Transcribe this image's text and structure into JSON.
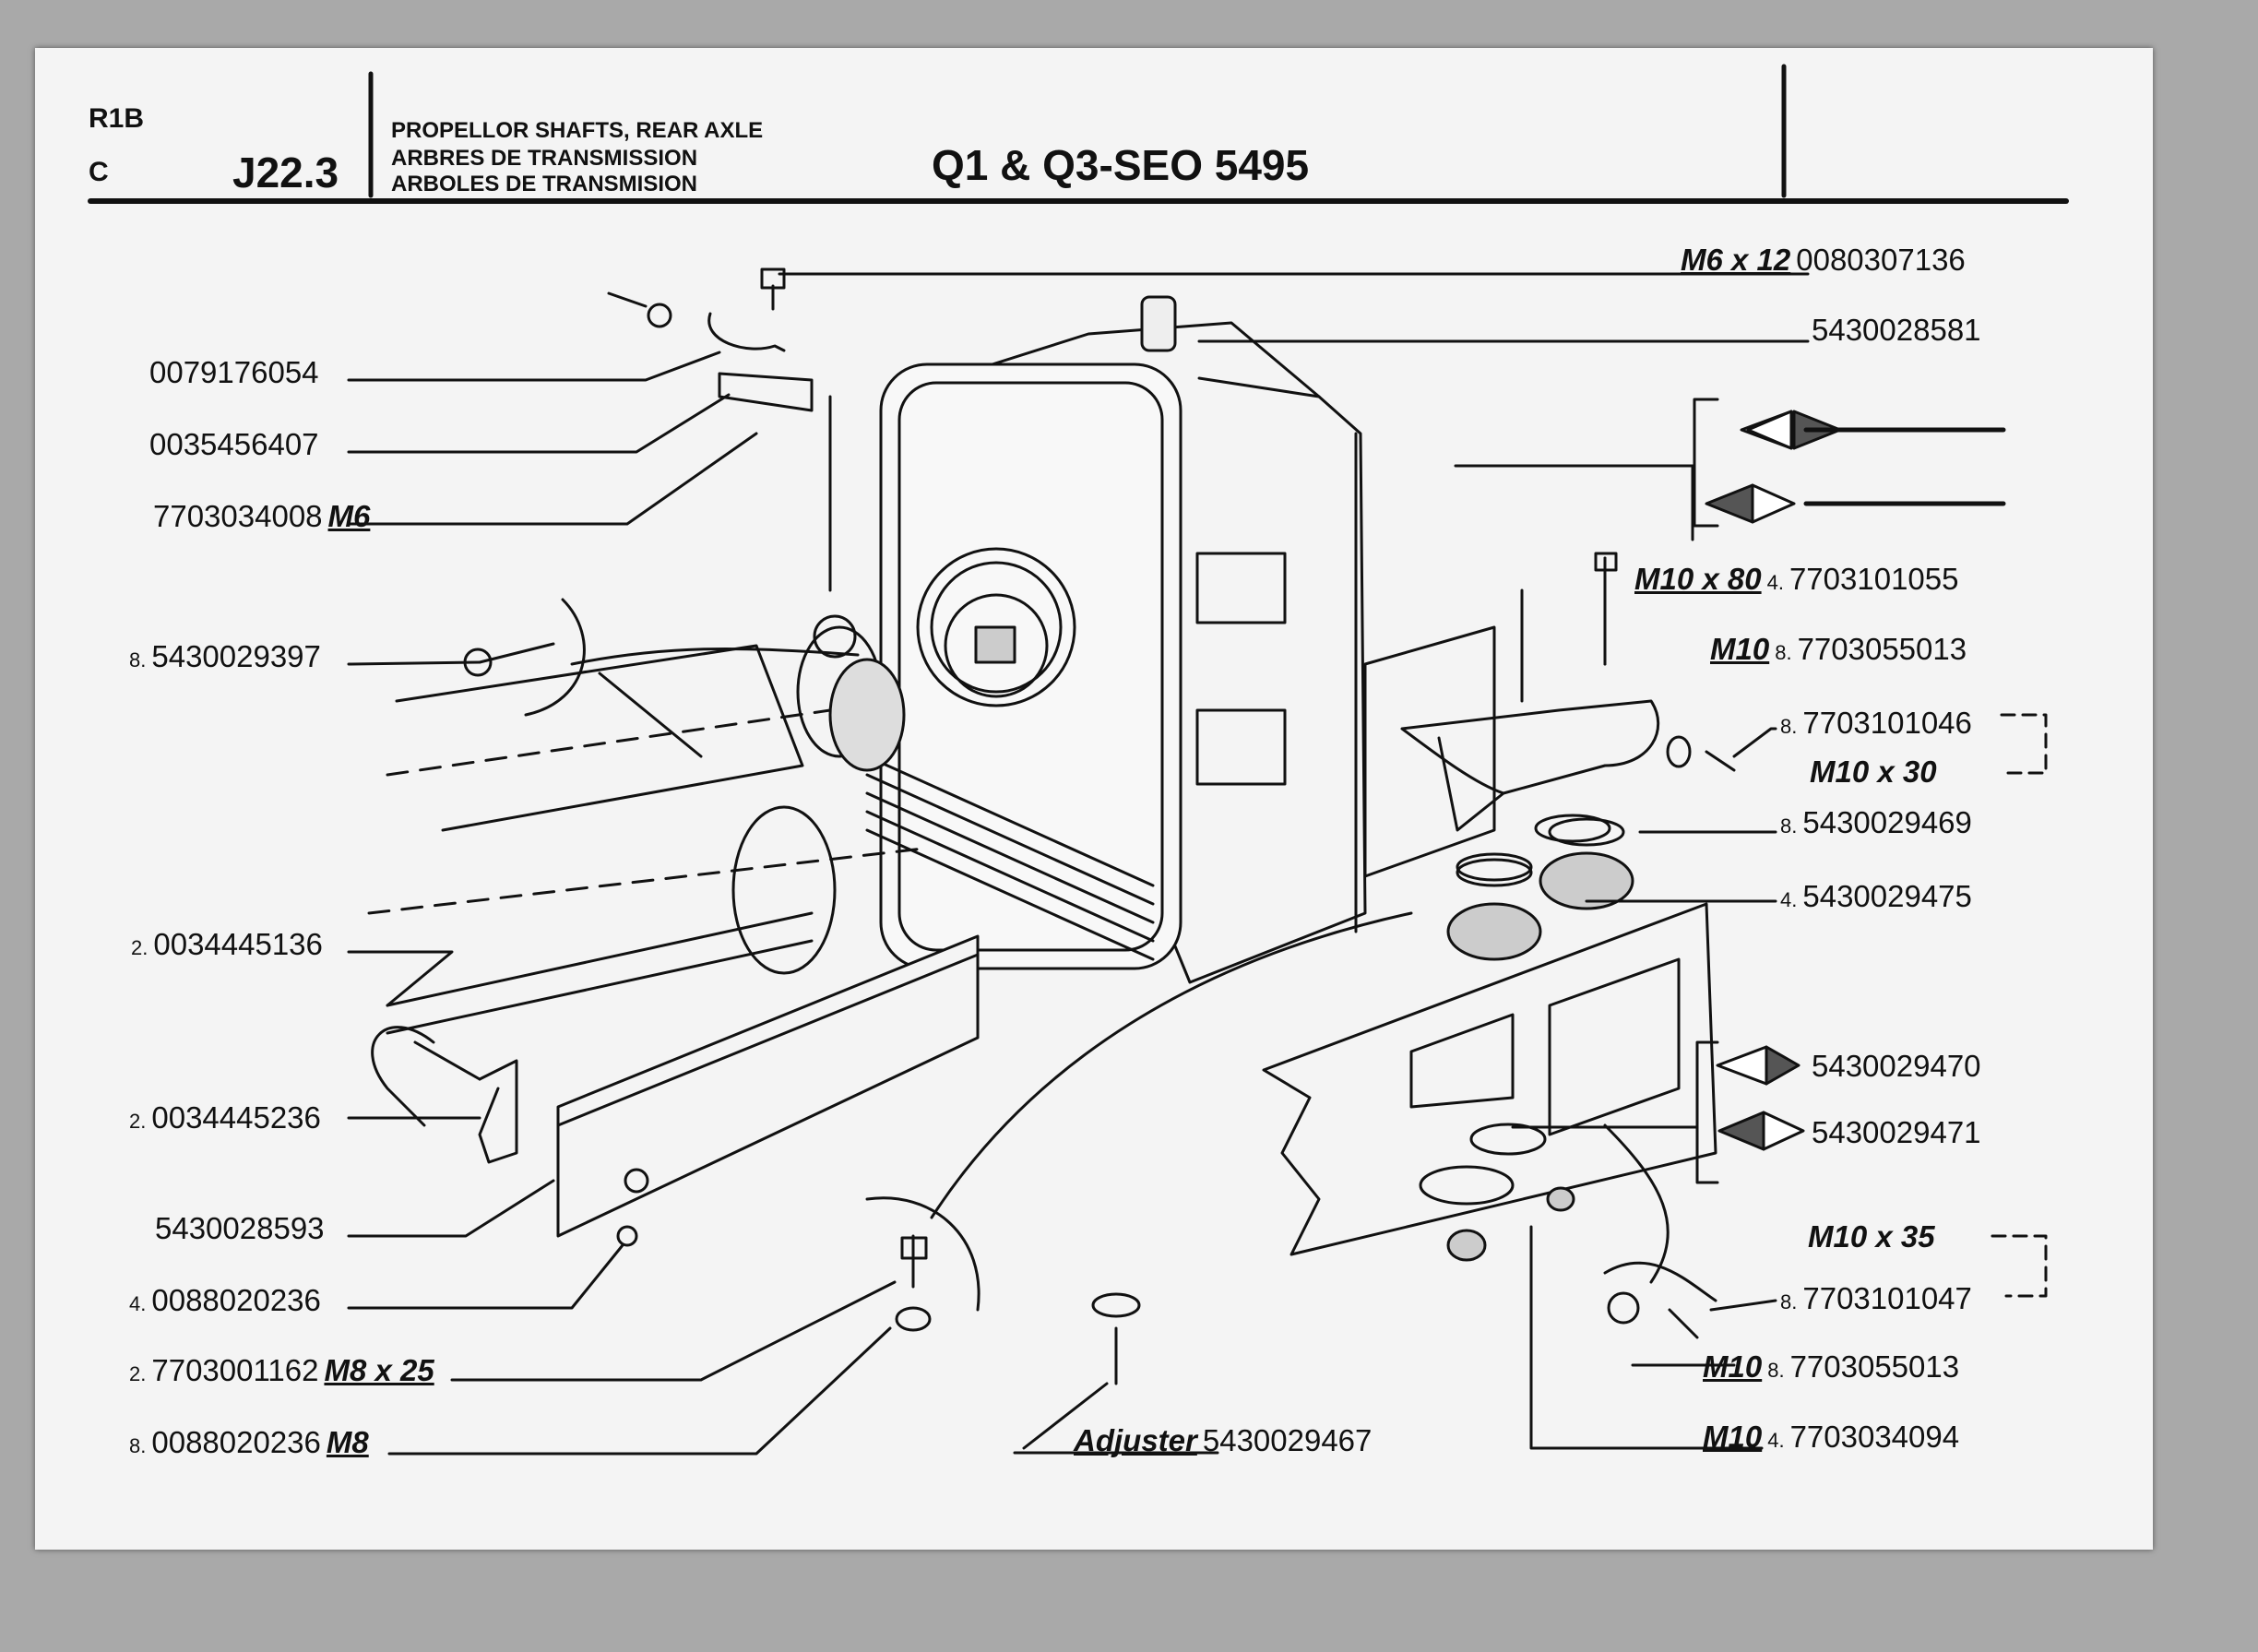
{
  "header": {
    "code_top": "R1B",
    "code_bottom": "C",
    "ref": "J22.3",
    "title_lines": [
      "PROPELLOR SHAFTS, REAR AXLE",
      "ARBRES DE TRANSMISSION",
      "ARBOLES DE TRANSMISION"
    ],
    "main_title": "Q1 & Q3-SEO 5495"
  },
  "left_callouts": [
    {
      "qty": "",
      "part": "0079176054",
      "spec": ""
    },
    {
      "qty": "",
      "part": "0035456407",
      "spec": ""
    },
    {
      "qty": "",
      "part": "7703034008",
      "spec": "M6"
    },
    {
      "qty": "8.",
      "part": "5430029397",
      "spec": ""
    },
    {
      "qty": "2.",
      "part": "0034445136",
      "spec": ""
    },
    {
      "qty": "2.",
      "part": "0034445236",
      "spec": ""
    },
    {
      "qty": "",
      "part": "5430028593",
      "spec": ""
    },
    {
      "qty": "4.",
      "part": "0088020236",
      "spec": ""
    },
    {
      "qty": "2.",
      "part": "7703001162",
      "spec": "M8 x 25"
    },
    {
      "qty": "8.",
      "part": "0088020236",
      "spec": "M8"
    }
  ],
  "right_callouts": [
    {
      "spec": "M6 x 12",
      "qty": "",
      "part": "0080307136"
    },
    {
      "spec": "",
      "qty": "",
      "part": "5430028581"
    },
    {
      "spec": "M10 x 80",
      "qty": "4.",
      "part": "7703101055"
    },
    {
      "spec": "M10",
      "qty": "8.",
      "part": "7703055013"
    },
    {
      "spec": "",
      "qty": "8.",
      "part": "7703101046"
    },
    {
      "spec": "",
      "qty": "8.",
      "part": "5430029469"
    },
    {
      "spec": "",
      "qty": "4.",
      "part": "5430029475"
    },
    {
      "spec": "",
      "qty": "",
      "part": "5430029470"
    },
    {
      "spec": "",
      "qty": "",
      "part": "5430029471"
    },
    {
      "spec": "",
      "qty": "8.",
      "part": "7703101047"
    },
    {
      "spec": "M10",
      "qty": "8.",
      "part": "7703055013"
    },
    {
      "spec": "M10",
      "qty": "4.",
      "part": "7703034094"
    }
  ],
  "bracket_specs": {
    "upper": "M10 x 30",
    "lower": "M10 x 35"
  },
  "bottom_callout": {
    "spec": "Adjuster",
    "part": "5430029467"
  }
}
